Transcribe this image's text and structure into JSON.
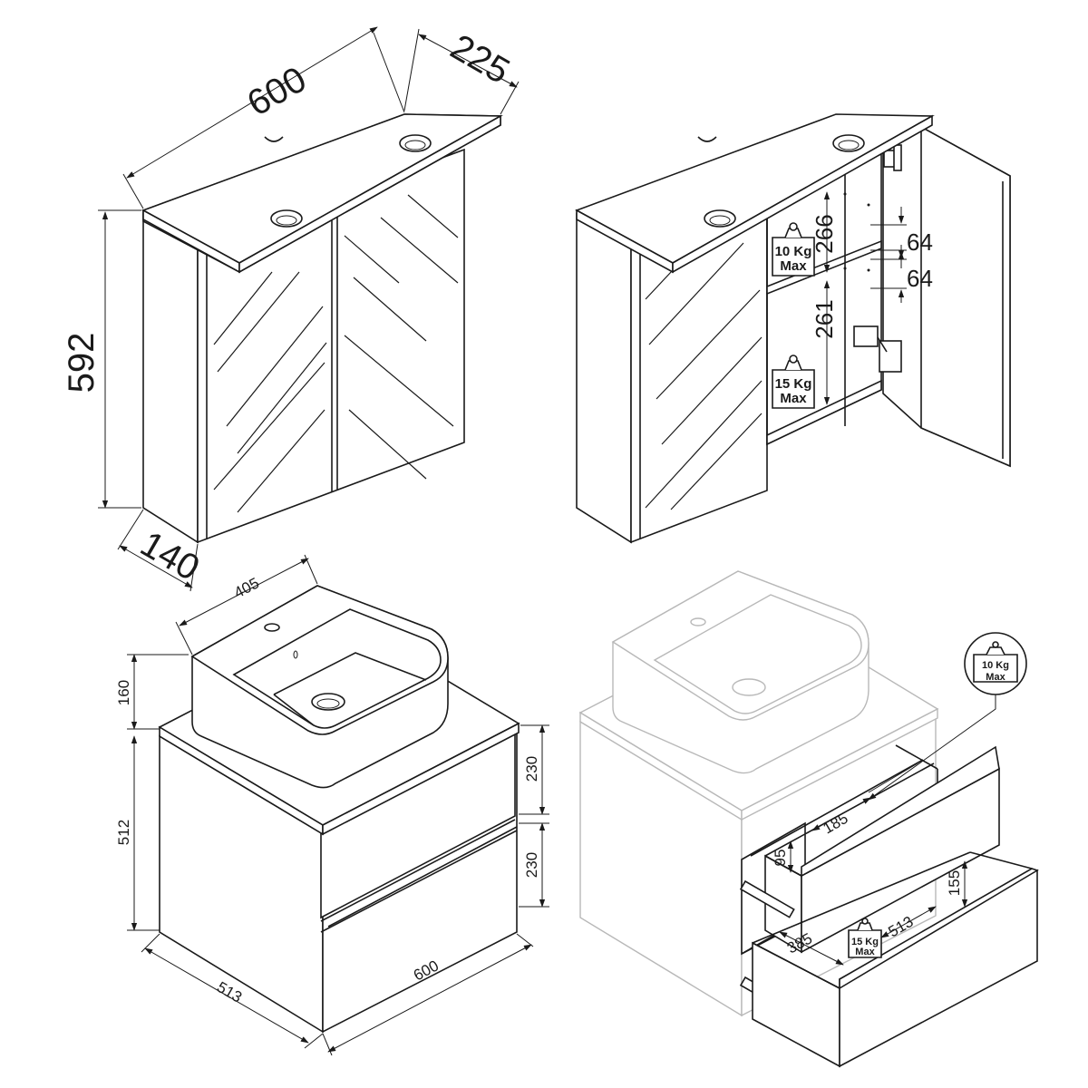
{
  "mirror_cabinet": {
    "width": "600",
    "top_depth": "225",
    "height": "592",
    "body_depth": "140",
    "shelf_gap_upper": "266",
    "shelf_gap_lower": "261",
    "hole_spacing_upper": "64",
    "hole_spacing_lower": "64",
    "shelf_load_upper": {
      "weight": "10 Kg",
      "suffix": "Max"
    },
    "shelf_load_lower": {
      "weight": "15 Kg",
      "suffix": "Max"
    }
  },
  "vanity": {
    "basin_width": "405",
    "basin_height": "160",
    "cabinet_height": "512",
    "drawer_top_height": "230",
    "drawer_bottom_height": "230",
    "depth": "513",
    "width": "600"
  },
  "vanity_open": {
    "drawer_top_inner_depth": "185",
    "drawer_top_inner_height": "95",
    "drawer_bottom_inner_height": "155",
    "drawer_bottom_depth": "513",
    "drawer_bottom_inner_width": "385",
    "drawer_load_top": {
      "weight": "10 Kg",
      "suffix": "Max"
    },
    "drawer_load_bottom": {
      "weight": "15 Kg",
      "suffix": "Max"
    }
  }
}
